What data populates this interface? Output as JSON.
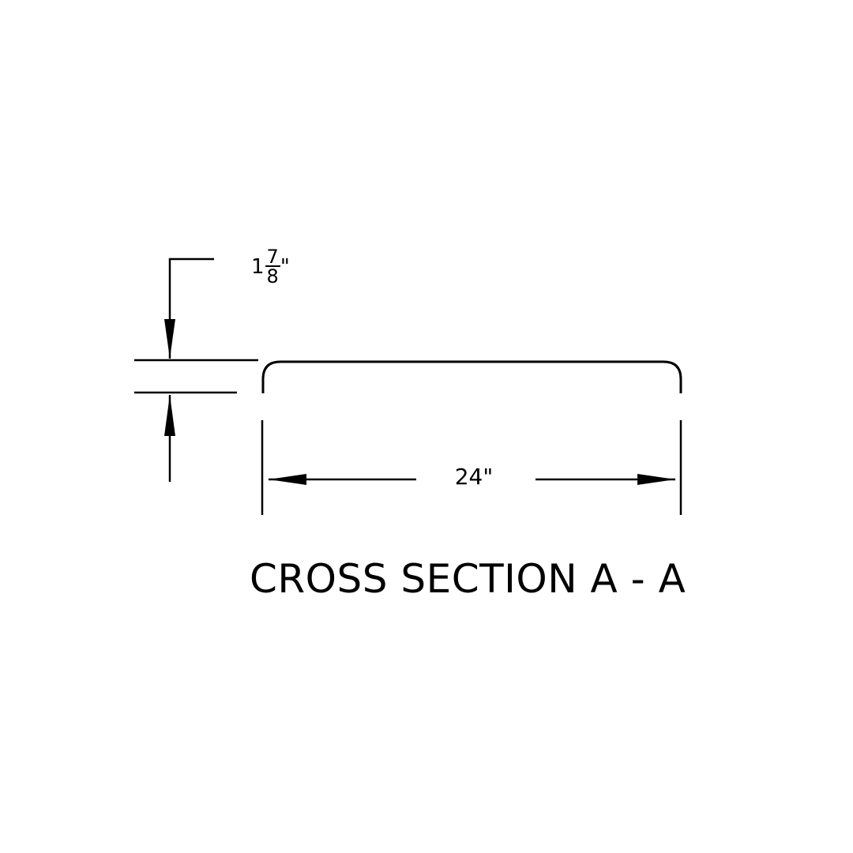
{
  "title": "CROSS SECTION A - A",
  "dimensions": {
    "width": {
      "label": "24\""
    },
    "thickness": {
      "whole": "1",
      "numerator": "7",
      "denominator": "8",
      "unit": "\""
    }
  },
  "colors": {
    "line": "#000000",
    "background": "#ffffff"
  }
}
